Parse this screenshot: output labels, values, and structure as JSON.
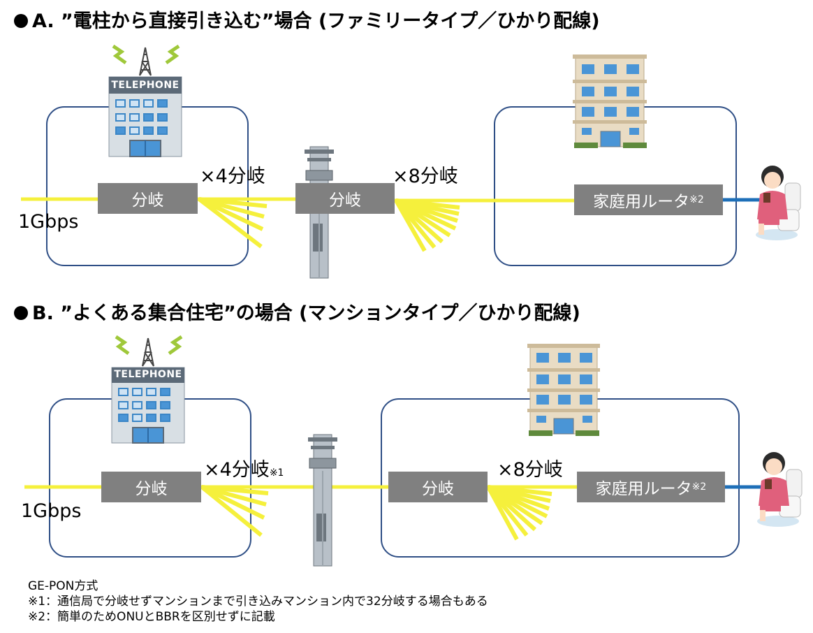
{
  "sectionA": {
    "title": "A. ”電柱から直接引き込む”場合 (ファミリータイプ／ひかり配線)",
    "speed": "1Gbps",
    "split1_label": "分岐",
    "split1_ratio": "×4分岐",
    "split2_label": "分岐",
    "split2_ratio": "×8分岐",
    "router_label": "家庭用ルータ",
    "router_note": "※2",
    "office_sign": "TELEPHONE"
  },
  "sectionB": {
    "title": "B. ”よくある集合住宅”の場合 (マンションタイプ／ひかり配線)",
    "speed": "1Gbps",
    "split1_label": "分岐",
    "split1_ratio": "×4分岐",
    "split1_ratio_note": "※1",
    "split2_label": "分岐",
    "split2_ratio": "×8分岐",
    "router_label": "家庭用ルータ",
    "router_note": "※2",
    "office_sign": "TELEPHONE"
  },
  "notes": [
    "GE-PON方式",
    "※1：通信局で分岐せずマンションまで引き込みマンション内で32分岐する場合もある",
    "※2：簡単のためONUとBBRを区別せずに記載"
  ],
  "colors": {
    "fiber": "#f5f03c",
    "box_border": "#2f4f86",
    "splitter": "#808080",
    "lan_cable": "#1e6fb8"
  }
}
